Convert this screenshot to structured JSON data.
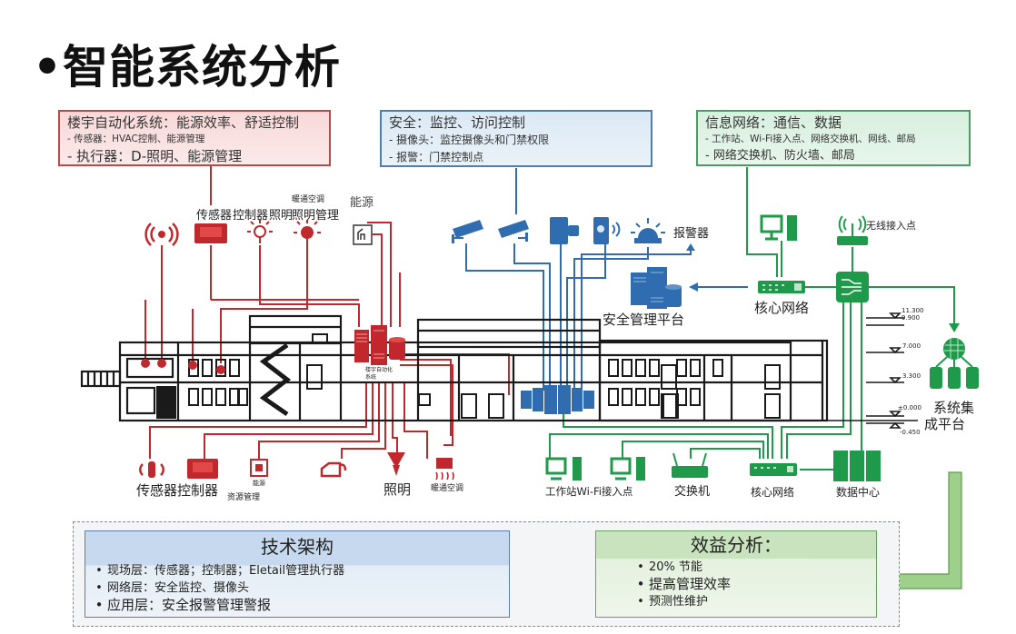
{
  "title": "•智能系统分析",
  "colors": {
    "bas": "#c0282d",
    "security": "#2f6db0",
    "network": "#1f9a4a",
    "building": "#1a1a1a"
  },
  "bas_box": {
    "heading": "楼宇自动化系统：能源效率、舒适控制",
    "line1": "- 传感器：HVAC控制、能源管理",
    "line2": "- 执行器：D-照明、能源管理"
  },
  "security_box": {
    "heading": "安全：监控、访问控制",
    "line1": "- 摄像头：监控摄像头和门禁权限",
    "line2": "- 报警：门禁控制点"
  },
  "network_box": {
    "heading": "信息网络：通信、数据",
    "line1": "- 工作站、Wi-Fi接入点、网络交换机、网线、邮局",
    "line2": "- 网络交换机、防火墙、邮局"
  },
  "bas_top_labels": {
    "sensor": "传感器",
    "controller": "控制器",
    "lighting": "照明",
    "lighting_mgmt": "照明管理",
    "hvac": "暖通空调",
    "energy": "能源"
  },
  "bas_server_label": "楼宇自动化系统",
  "bas_bottom_labels": {
    "sensor_controller": "传感器控制器",
    "energy": "能源",
    "resource_mgmt": "资源管理",
    "lighting": "照明",
    "hvac": "暖通空调"
  },
  "security_labels": {
    "alarm": "报警器",
    "platform": "安全管理平台"
  },
  "network_labels": {
    "wireless_ap": "无线接入点",
    "core_top": "核心网络",
    "integration": "系统集成平台",
    "integration_line1": "系统集",
    "integration_line2": "成平台",
    "workstation_wifi": "工作站Wi-Fi接入点",
    "switch": "交换机",
    "core_bottom": "核心网络",
    "datacenter": "数据中心"
  },
  "elevations": [
    "11.300",
    "9.900",
    "7.000",
    "3.300",
    "±0.000",
    "-0.450"
  ],
  "architecture": {
    "heading": "技术架构",
    "items": [
      "现场层：传感器；控制器；Eletail管理执行器",
      "网络层：安全监控、摄像头",
      "应用层：安全报警管理警报"
    ]
  },
  "benefits": {
    "heading": "效益分析：",
    "items": [
      "20% 节能",
      "提高管理效率",
      "预测性维护"
    ]
  }
}
